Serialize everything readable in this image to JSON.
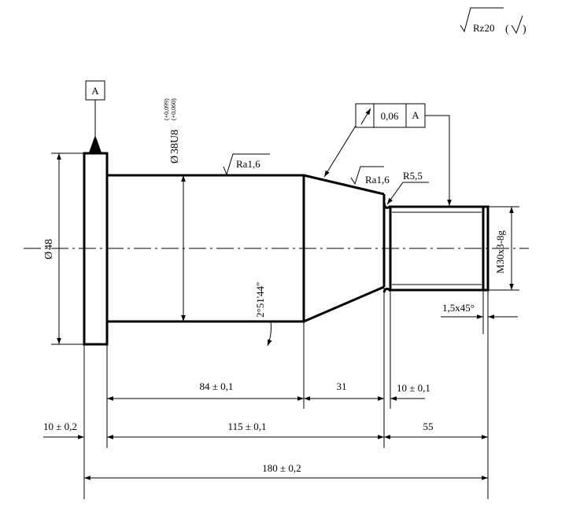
{
  "roughness_general": {
    "value": "Rz20",
    "paren_open": "(",
    "paren_close": ")"
  },
  "datum": {
    "label": "A"
  },
  "runout_frame": {
    "tolerance": "0,06",
    "datum": "A"
  },
  "surface_finish": {
    "cylinder": "Ra1,6",
    "cone": "Ra1,6"
  },
  "radius_label": "R5,5",
  "diameters": {
    "flange_symbol": "Ø",
    "flange_value": "48",
    "shaft_symbol": "Ø",
    "shaft_value": "38U8",
    "shaft_tol_upper": "(+0,099)",
    "shaft_tol_lower": "(+0,060)"
  },
  "thread_label": "M30x3-8g",
  "taper_angle": "2°51'44\"",
  "chamfer": "1,5x45°",
  "dimensions": {
    "d84": "84 ± 0,1",
    "d31": "31",
    "d10_groove": "10 ± 0,1",
    "d10_flange": "10 ± 0,2",
    "d115": "115 ± 0,1",
    "d55": "55",
    "d180": "180 ± 0,2"
  }
}
